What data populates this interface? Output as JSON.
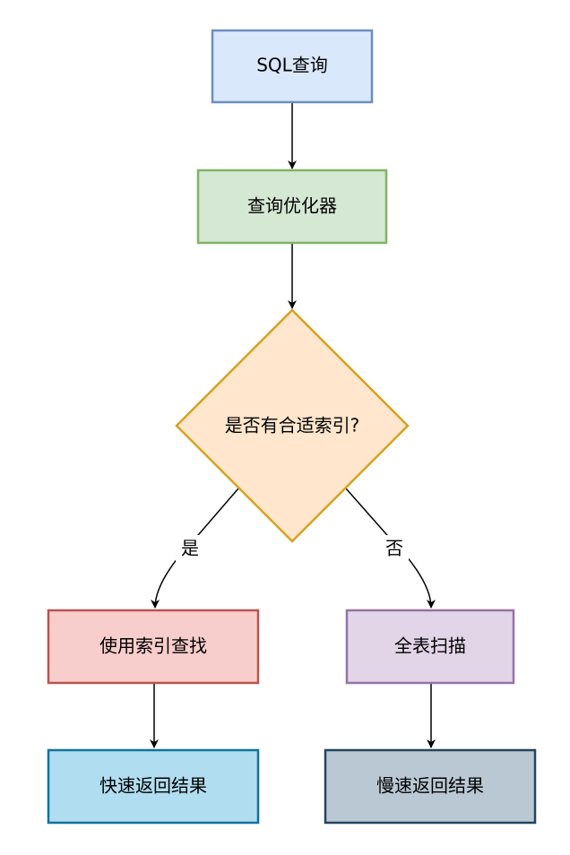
{
  "diagram": {
    "nodes": {
      "sql_query": {
        "label": "SQL查询",
        "fill": "#dae8fc",
        "stroke": "#6c8ebf"
      },
      "optimizer": {
        "label": "查询优化器",
        "fill": "#d5e8d4",
        "stroke": "#82b366"
      },
      "decision": {
        "label": "是否有合适索引?",
        "fill": "#ffe6cc",
        "stroke": "#d6a21e"
      },
      "index_lookup": {
        "label": "使用索引查找",
        "fill": "#f8cecc",
        "stroke": "#b85450"
      },
      "full_scan": {
        "label": "全表扫描",
        "fill": "#e1d5e7",
        "stroke": "#9673a6"
      },
      "fast_result": {
        "label": "快速返回结果",
        "fill": "#b1ddf0",
        "stroke": "#10739e"
      },
      "slow_result": {
        "label": "慢速返回结果",
        "fill": "#bac8d3",
        "stroke": "#23445d"
      }
    },
    "edges": {
      "yes_label": "是",
      "no_label": "否"
    }
  }
}
